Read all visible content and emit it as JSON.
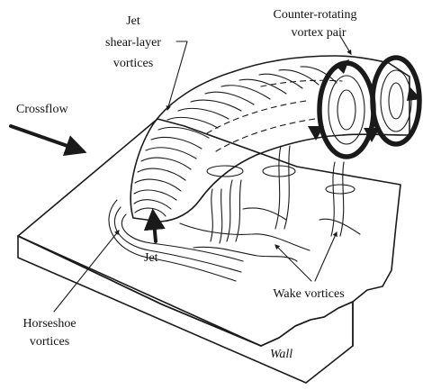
{
  "labels": {
    "jet_shear_line1": "Jet",
    "jet_shear_line2": "shear-layer",
    "jet_shear_line3": "vortices",
    "cvp_line1": "Counter-rotating",
    "cvp_line2": "vortex pair",
    "crossflow": "Crossflow",
    "jet": "Jet",
    "horseshoe_line1": "Horseshoe",
    "horseshoe_line2": "vortices",
    "wake": "Wake vortices",
    "wall": "Wall"
  },
  "colors": {
    "ink": "#1a1a1a",
    "background": "#ffffff"
  }
}
